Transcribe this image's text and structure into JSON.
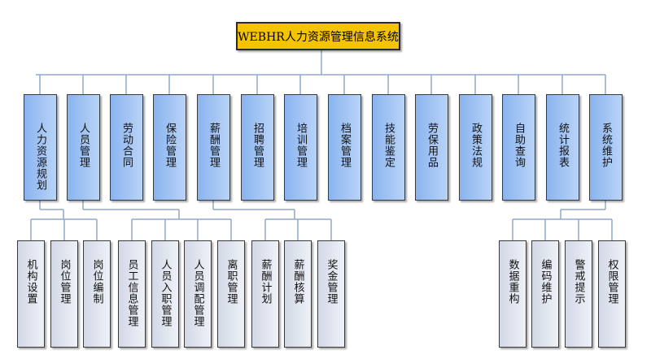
{
  "root": {
    "label": "WEBHR人力资源管理信息系统"
  },
  "level1": [
    {
      "label": "人力资源规划"
    },
    {
      "label": "人员管理"
    },
    {
      "label": "劳动合同"
    },
    {
      "label": "保险管理"
    },
    {
      "label": "薪酬管理"
    },
    {
      "label": "招聘管理"
    },
    {
      "label": "培训管理"
    },
    {
      "label": "档案管理"
    },
    {
      "label": "技能鉴定"
    },
    {
      "label": "劳保用品"
    },
    {
      "label": "政策法规"
    },
    {
      "label": "自助查询"
    },
    {
      "label": "统计报表"
    },
    {
      "label": "系统维护"
    }
  ],
  "level2": [
    {
      "label": "机构设置",
      "parent": 0
    },
    {
      "label": "岗位管理",
      "parent": 0
    },
    {
      "label": "岗位编制",
      "parent": 0
    },
    {
      "label": "员工信息管理",
      "parent": 1
    },
    {
      "label": "人员入职管理",
      "parent": 1
    },
    {
      "label": "人员调配管理",
      "parent": 1
    },
    {
      "label": "离职管理",
      "parent": 1
    },
    {
      "label": "薪酬计划",
      "parent": 4
    },
    {
      "label": "薪酬核算",
      "parent": 4
    },
    {
      "label": "奖金管理",
      "parent": 4
    },
    {
      "label": "数据重构",
      "parent": 13
    },
    {
      "label": "编码维护",
      "parent": 13
    },
    {
      "label": "警戒提示",
      "parent": 13
    },
    {
      "label": "权限管理",
      "parent": 13
    }
  ],
  "colors": {
    "root_fill": "#f5c400",
    "level1_fill": "#a4c4f3",
    "level2_fill": "#e3e7f0",
    "line": "#8fa9c9"
  }
}
